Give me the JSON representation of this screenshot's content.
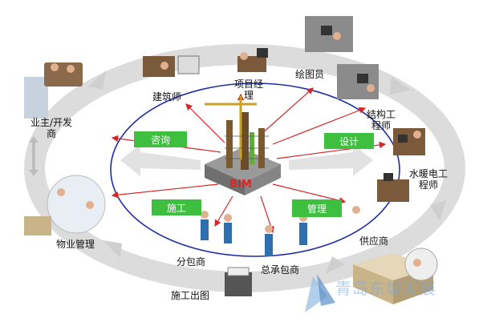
{
  "center": {
    "label": "BIM"
  },
  "boxes": {
    "consult": "咨询",
    "design": "设计",
    "construction": "施工",
    "management": "管理"
  },
  "roles": {
    "owner": "业主/开发\n商",
    "architect": "建筑师",
    "project_manager": "项目经\n理",
    "draftsman": "绘图员",
    "structural_engineer": "结构工\n程师",
    "mep_engineer": "水暖电工\n程师",
    "supplier": "供应商",
    "subcontractor": "分包商",
    "general_contractor": "总承包商",
    "construction_drawing": "施工出图",
    "property_management": "物业管理"
  },
  "watermark": "青岛东城发展",
  "colors": {
    "ellipse": "#1e2ca6",
    "arrow": "#d42828",
    "box_fill": "#3fbf3f",
    "ring": "#d9d9d9"
  }
}
